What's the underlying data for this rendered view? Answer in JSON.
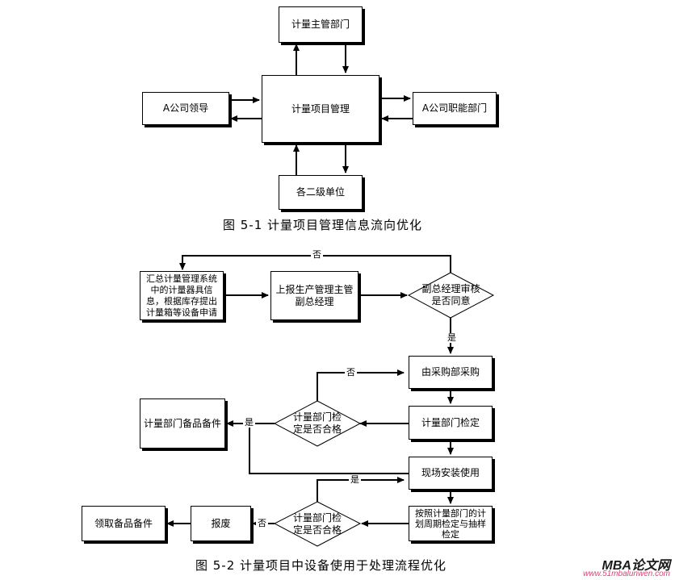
{
  "figure1": {
    "top": "计量主管部门",
    "center": "计量项目管理",
    "left": "A公司领导",
    "right": "A公司职能部门",
    "bottom": "各二级单位",
    "caption": "图 5-1   计量项目管理信息流向优化"
  },
  "figure2": {
    "collect": [
      "汇总计量管理系统",
      "中的计量器具信",
      "息，根据库存提出",
      "计量箱等设备申请"
    ],
    "report": [
      "上报生产管理主管",
      "副总经理"
    ],
    "approve": [
      "副总经理审核",
      "是否同意"
    ],
    "purchase": "由采购部采购",
    "inspect": "计量部门检定",
    "check1": [
      "计量部门检",
      "定是否合格"
    ],
    "spare": "计量部门备品备件",
    "install": "现场安装使用",
    "periodic": [
      "按照计量部门的计",
      "划周期检定与抽样",
      "检定"
    ],
    "check2": [
      "计量部门检",
      "定是否合格"
    ],
    "scrap": "报废",
    "receive": "领取备品备件",
    "labels": {
      "no1": "否",
      "yes1": "是",
      "no2": "否",
      "yes2": "是",
      "yes3": "是",
      "no3": "否"
    },
    "caption": "图 5-2   计量项目中设备使用于处理流程优化"
  },
  "watermark": {
    "title": "MBA论文网",
    "url": "www.51mbalunwen.com"
  }
}
